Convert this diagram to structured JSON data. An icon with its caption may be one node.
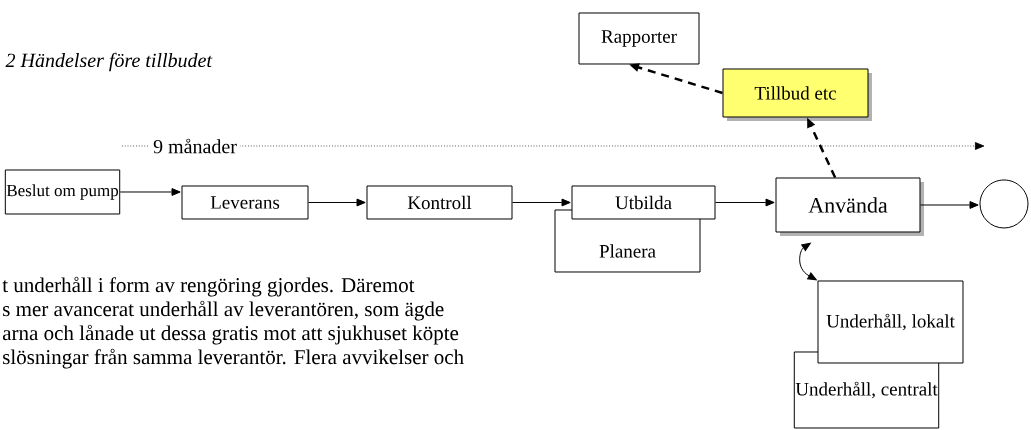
{
  "diagram": {
    "title": "2 Händelser före tillbudet",
    "nodes": [
      {
        "text": [
          "Beslut om pump"
        ]
      },
      {
        "text": [
          "Leverans"
        ]
      },
      {
        "text": [
          "Kontroll"
        ]
      },
      {
        "text": [
          "Utbilda"
        ]
      },
      {
        "text": [
          "Planera"
        ]
      },
      {
        "text": [
          "Använda"
        ]
      },
      {
        "text": [],
        "shape": "circle"
      },
      {
        "text": [
          "Rapporter"
        ]
      },
      {
        "text": [
          "Tillbud etc"
        ]
      },
      {
        "text": [
          "Underhåll, lokalt"
        ]
      },
      {
        "text": [
          "Underhåll, centralt"
        ]
      }
    ],
    "edges": [
      {
        "from": 0,
        "to": 1,
        "arrow": "to"
      },
      {
        "from": 1,
        "to": 2,
        "arrow": "to"
      },
      {
        "from": 2,
        "to": 3,
        "arrow": "to"
      },
      {
        "from": 3,
        "to": 5,
        "arrow": "to"
      },
      {
        "from": 5,
        "to": 6,
        "arrow": "to"
      },
      {
        "from": 5,
        "to": 8,
        "arrow": "to",
        "style": "dashed"
      },
      {
        "from": 8,
        "to": 7,
        "arrow": "to",
        "style": "dashed"
      },
      {
        "from": 9,
        "to": 5,
        "arrow": "both"
      }
    ],
    "labels": [
      "9 månader",
      "t underhåll i form av rengöring gjordes. Däremot",
      "s mer avancerat underhåll av leverantören, som ägde",
      "arna och lånade ut dessa gratis mot att sjukhuset köpte",
      "slösningar från samma leverantör. Flera avvikelser och"
    ]
  }
}
